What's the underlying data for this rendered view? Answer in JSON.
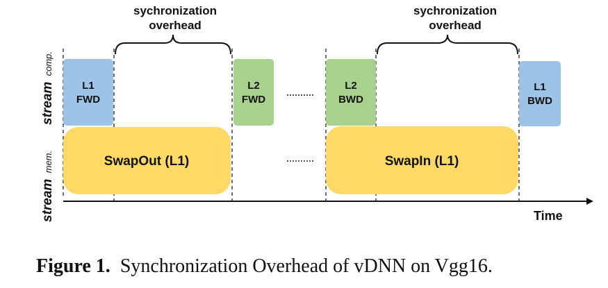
{
  "annotations": {
    "overhead_left": [
      "sychronization",
      "overhead"
    ],
    "overhead_right": [
      "sychronization",
      "overhead"
    ]
  },
  "rows": {
    "compute": {
      "main": "stream",
      "sub": "comp."
    },
    "memory": {
      "main": "stream",
      "sub": "mem."
    }
  },
  "blocks": {
    "l1_fwd": {
      "lines": [
        "L1",
        "FWD"
      ],
      "color": "#9DC3E6"
    },
    "l2_fwd": {
      "lines": [
        "L2",
        "FWD"
      ],
      "color": "#A9D18E"
    },
    "l2_bwd": {
      "lines": [
        "L2",
        "BWD"
      ],
      "color": "#A9D18E"
    },
    "l1_bwd": {
      "lines": [
        "L1",
        "BWD"
      ],
      "color": "#9DC3E6"
    },
    "swap_out": {
      "label": "SwapOut (L1)",
      "color": "#FFD966"
    },
    "swap_in": {
      "label": "SwapIn (L1)",
      "color": "#FFD966"
    }
  },
  "axis": {
    "label": "Time"
  },
  "caption": {
    "number": "Figure 1.",
    "text": " Synchronization Overhead of vDNN on Vgg16."
  }
}
